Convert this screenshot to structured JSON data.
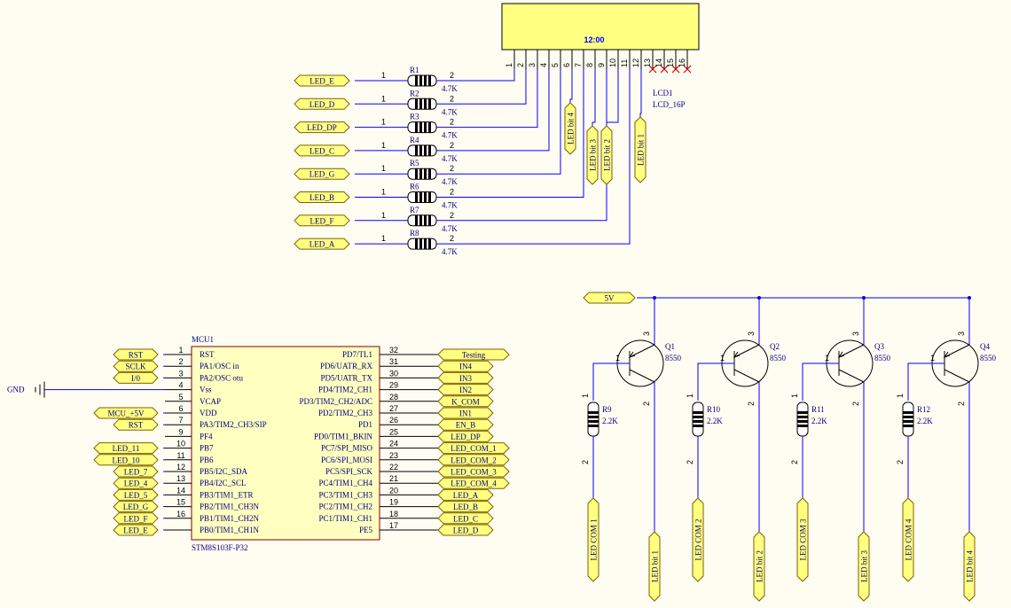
{
  "lcd": {
    "display": "12:00",
    "designator": "LCD1",
    "part": "LCD_16P",
    "pins": [
      "1",
      "2",
      "3",
      "4",
      "5",
      "6",
      "7",
      "8",
      "9",
      "10",
      "11",
      "12",
      "13",
      "14",
      "15",
      "16"
    ]
  },
  "resistors_top": [
    {
      "ref": "R1",
      "net": "LED_E",
      "value": "4.7K",
      "p1": "1",
      "p2": "2"
    },
    {
      "ref": "R2",
      "net": "LED_D",
      "value": "4.7K",
      "p1": "1",
      "p2": "2"
    },
    {
      "ref": "R3",
      "net": "LED_DP",
      "value": "4.7K",
      "p1": "1",
      "p2": "2"
    },
    {
      "ref": "R4",
      "net": "LED_C",
      "value": "4.7K",
      "p1": "1",
      "p2": "2"
    },
    {
      "ref": "R5",
      "net": "LED_G",
      "value": "4.7K",
      "p1": "1",
      "p2": "2"
    },
    {
      "ref": "R6",
      "net": "LED_B",
      "value": "4.7K",
      "p1": "1",
      "p2": "2"
    },
    {
      "ref": "R7",
      "net": "LED_F",
      "value": "4.7K",
      "p1": "1",
      "p2": "2"
    },
    {
      "ref": "R8",
      "net": "LED_A",
      "value": "4.7K",
      "p1": "1",
      "p2": "2"
    }
  ],
  "lcd_bit_ports": [
    "LED bit 4",
    "LED bit 3",
    "LED bit 2",
    "LED bit 1"
  ],
  "mcu": {
    "designator": "MCU1",
    "part": "STM8S103F-P32",
    "gnd_label": "GND",
    "left_pins": [
      {
        "num": "1",
        "name": "RST",
        "net": "RST"
      },
      {
        "num": "2",
        "name": "PA1/OSC in",
        "net": "SCLK"
      },
      {
        "num": "3",
        "name": "PA2/OSC otu",
        "net": "I/0"
      },
      {
        "num": "4",
        "name": "Vss",
        "net": ""
      },
      {
        "num": "5",
        "name": "VCAP",
        "net": ""
      },
      {
        "num": "6",
        "name": "VDD",
        "net": "MCU_+5V"
      },
      {
        "num": "7",
        "name": "PA3/TIM2_CH3/SIP",
        "net": "RST"
      },
      {
        "num": "9",
        "name": "PF4",
        "net": ""
      },
      {
        "num": "10",
        "name": "PB7",
        "net": "LED_11"
      },
      {
        "num": "11",
        "name": "PB6",
        "net": "LED_10"
      },
      {
        "num": "12",
        "name": "PB5/I2C_SDA",
        "net": "LED_7"
      },
      {
        "num": "13",
        "name": "PB4/I2C_SCL",
        "net": "LED_4"
      },
      {
        "num": "14",
        "name": "PB3/TIM1_ETR",
        "net": "LED_5"
      },
      {
        "num": "15",
        "name": "PB2/TIM1_CH3N",
        "net": "LED_G"
      },
      {
        "num": "16",
        "name": "PB1/TIM1_CH2N",
        "net": "LED_F"
      },
      {
        "num": "",
        "name": "PB0/TIM1_CH1N",
        "net": "LED_E"
      }
    ],
    "right_pins": [
      {
        "num": "32",
        "name": "PD7/TL1",
        "net": "Testing"
      },
      {
        "num": "31",
        "name": "PD6/UATR_RX",
        "net": "IN4"
      },
      {
        "num": "30",
        "name": "PD5/UATR_TX",
        "net": "IN3"
      },
      {
        "num": "29",
        "name": "PD4/TIM2_CH1",
        "net": "IN2"
      },
      {
        "num": "28",
        "name": "PD3/TIM2_CH2/ADC",
        "net": "K_COM"
      },
      {
        "num": "27",
        "name": "PD2/TIM2_CH3",
        "net": "IN1"
      },
      {
        "num": "26",
        "name": "PD1",
        "net": "EN_B"
      },
      {
        "num": "25",
        "name": "PD0/TIM1_BKIN",
        "net": "LED_DP"
      },
      {
        "num": "24",
        "name": "PC7/SPI_MISO",
        "net": "LED_COM_1"
      },
      {
        "num": "23",
        "name": "PC6/SPI_MOSI",
        "net": "LED_COM_2"
      },
      {
        "num": "22",
        "name": "PC5/SPI_SCK",
        "net": "LED_COM_3"
      },
      {
        "num": "21",
        "name": "PC4/TIM1_CH4",
        "net": "LED_COM_4"
      },
      {
        "num": "20",
        "name": "PC3/TIM1_CH3",
        "net": "LED_A"
      },
      {
        "num": "19",
        "name": "PC2/TIM1_CH2",
        "net": "LED_B"
      },
      {
        "num": "18",
        "name": "PC1/TIM1_CH1",
        "net": "LED_C"
      },
      {
        "num": "17",
        "name": "PE5",
        "net": "LED_D"
      }
    ]
  },
  "power": {
    "label": "5V"
  },
  "drivers": [
    {
      "q": "Q1",
      "qpart": "8550",
      "r": "R9",
      "rval": "2.2K",
      "com": "LED COM 1",
      "bit": "LED bit 1"
    },
    {
      "q": "Q2",
      "qpart": "8550",
      "r": "R10",
      "rval": "2.2K",
      "com": "LED COM 2",
      "bit": "LED bit 2"
    },
    {
      "q": "Q3",
      "qpart": "8550",
      "r": "R11",
      "rval": "2.2K",
      "com": "LED COM 3",
      "bit": "LED bit 3"
    },
    {
      "q": "Q4",
      "qpart": "8550",
      "r": "R12",
      "rval": "2.2K",
      "com": "LED COM 4",
      "bit": "LED bit 4"
    }
  ],
  "transistor_pin_labels": {
    "b": "1",
    "e": "3",
    "c": "2"
  },
  "resistor_pin_labels": {
    "top": "1",
    "bottom": "2"
  },
  "colors": {
    "wire": "#0000ff",
    "flag_fill": "#ffff80",
    "lcd_fill": "#ffff80",
    "lcd_text": "#0000ff",
    "text": "#000080",
    "background": "#fffdf2"
  }
}
